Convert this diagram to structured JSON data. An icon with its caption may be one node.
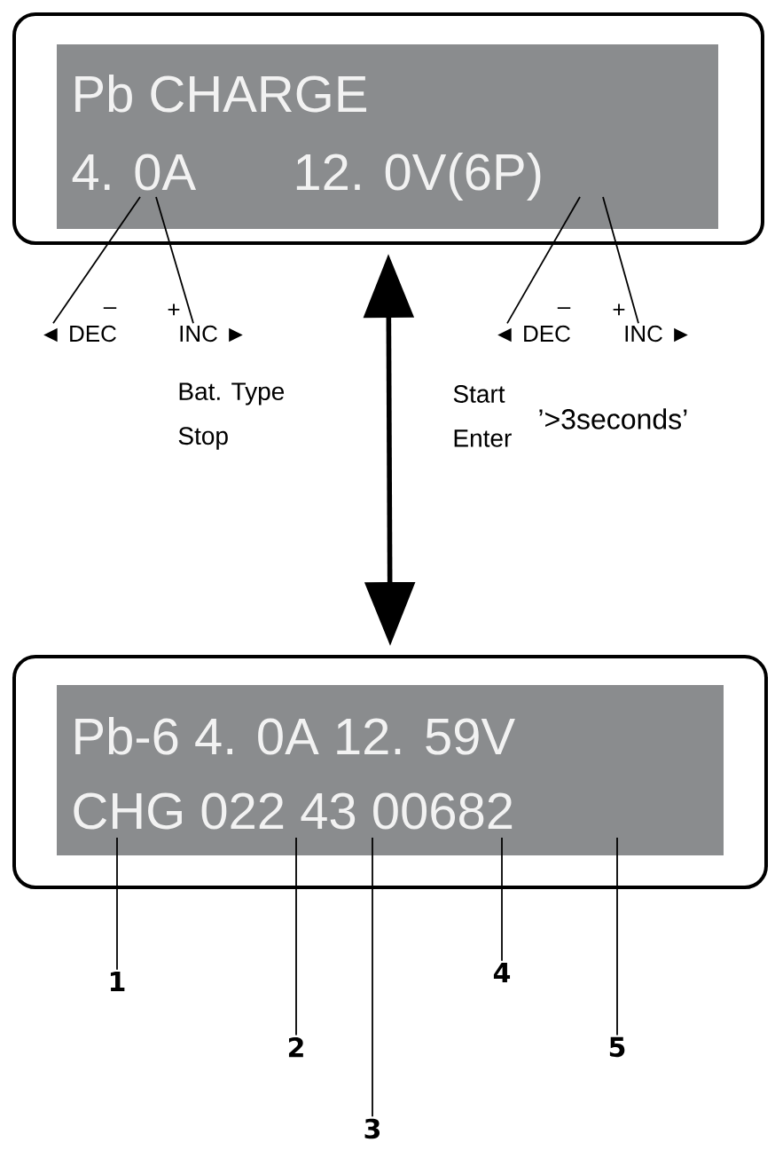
{
  "diagram": {
    "nodes": [
      {
        "text": [
          "Pb CHARGE",
          "4. 0A",
          "12. 0V(6P)"
        ]
      },
      {
        "text": [
          "◄ DEC"
        ],
        "beside": [
          "–"
        ]
      },
      {
        "text": [
          "INC ►"
        ],
        "beside": [
          "+"
        ]
      },
      {
        "text": [
          "◄ DEC"
        ],
        "beside": [
          "–"
        ]
      },
      {
        "text": [
          "INC ►"
        ],
        "beside": [
          "+"
        ]
      },
      {
        "text": [
          "Pb-6 4. 0A 12. 59V",
          "CHG 022 43 00682"
        ]
      },
      {
        "text": [
          "1"
        ]
      },
      {
        "text": [
          "2"
        ]
      },
      {
        "text": [
          "3"
        ]
      },
      {
        "text": [
          "4"
        ]
      },
      {
        "text": [
          "5"
        ]
      }
    ],
    "edges": [
      {
        "from": 1,
        "to": 0,
        "arrow": "none"
      },
      {
        "from": 2,
        "to": 0,
        "arrow": "none"
      },
      {
        "from": 3,
        "to": 0,
        "arrow": "none"
      },
      {
        "from": 4,
        "to": 0,
        "arrow": "none"
      },
      {
        "from": 0,
        "to": 5,
        "arrow": "both",
        "style": "thick"
      },
      {
        "from": 6,
        "to": 5,
        "arrow": "none"
      },
      {
        "from": 7,
        "to": 5,
        "arrow": "none"
      },
      {
        "from": 8,
        "to": 5,
        "arrow": "none"
      },
      {
        "from": 9,
        "to": 5,
        "arrow": "none"
      },
      {
        "from": 10,
        "to": 5,
        "arrow": "none"
      }
    ],
    "labels": [
      "Bat. Type",
      "Stop",
      "Start",
      "Enter",
      "’>3seconds’"
    ]
  }
}
